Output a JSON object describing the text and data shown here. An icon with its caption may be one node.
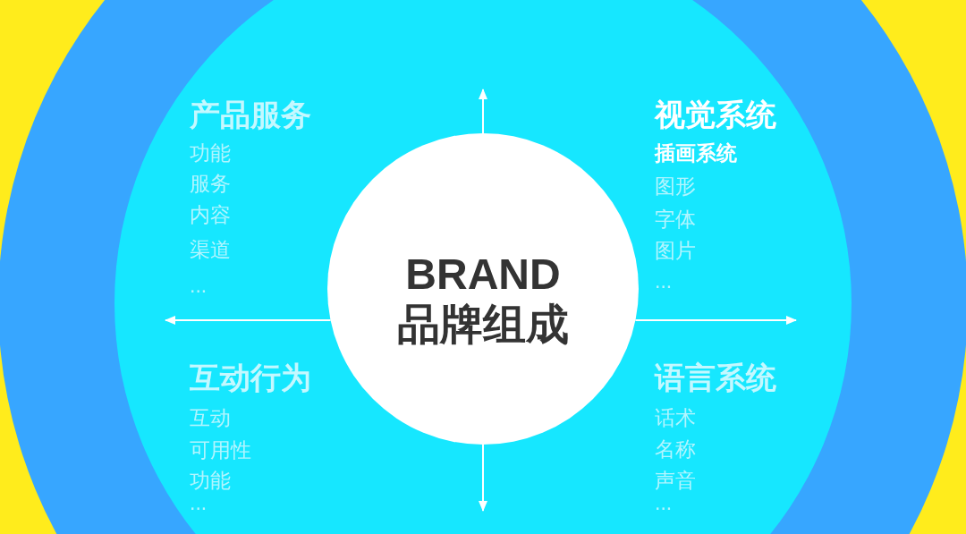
{
  "diagram": {
    "nodes": [
      {
        "text": [],
        "shape": "circle"
      },
      {
        "text": [],
        "shape": "circle",
        "in": 0
      },
      {
        "text": [
          "BRAND",
          "品牌组成"
        ],
        "in": 1
      }
    ],
    "edges": [
      {
        "from": 2,
        "to": null,
        "arrow": "to"
      },
      {
        "from": 2,
        "to": null,
        "arrow": "to"
      },
      {
        "from": 2,
        "to": null,
        "arrow": "to"
      },
      {
        "from": 2,
        "to": null,
        "arrow": "to"
      }
    ],
    "labels": [
      "产品服务",
      "功能",
      "服务",
      "内容",
      "渠道",
      "...",
      "视觉系统",
      "插画系统",
      "图形",
      "字体",
      "图片",
      "...",
      "互动行为",
      "互动",
      "可用性",
      "功能",
      "...",
      "语言系统",
      "话术",
      "名称",
      "声音",
      "..."
    ]
  }
}
